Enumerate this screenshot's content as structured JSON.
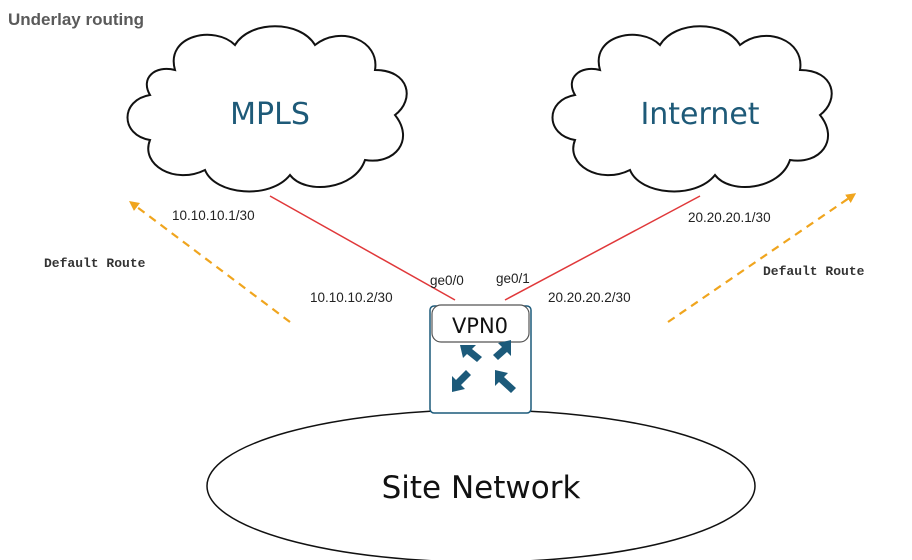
{
  "title": "Underlay routing",
  "clouds": {
    "mpls": "MPLS",
    "internet": "Internet"
  },
  "interfaces": {
    "mpls_remote_ip": "10.10.10.1/30",
    "mpls_local_ip": "10.10.10.2/30",
    "internet_remote_ip": "20.20.20.1/30",
    "internet_local_ip": "20.20.20.2/30",
    "ge00": "ge0/0",
    "ge01": "ge0/1"
  },
  "routes": {
    "left": "Default Route",
    "right": "Default Route"
  },
  "router": {
    "vpn_label": "VPN0",
    "icon": "router-icon"
  },
  "site": {
    "label": "Site Network"
  },
  "colors": {
    "link": "#e0383a",
    "route_arrow": "#f0a51e",
    "cloud_text": "#1e5a78",
    "router_icon": "#1c5a7a"
  }
}
